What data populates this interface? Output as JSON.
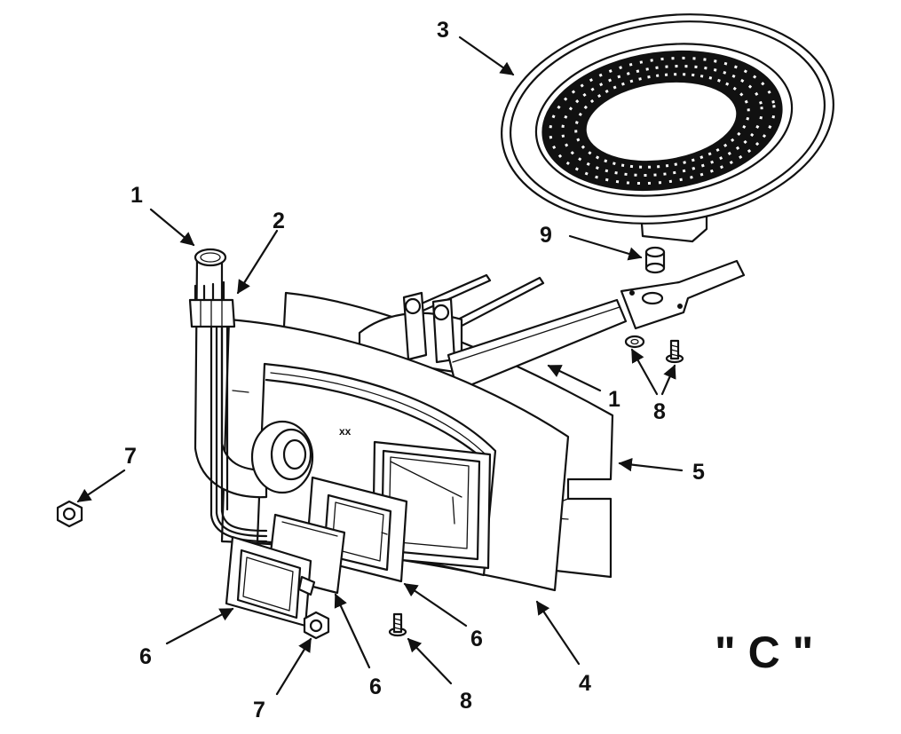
{
  "view_label": "\" C \"",
  "callouts": [
    {
      "id": "pipe-top",
      "label": "1"
    },
    {
      "id": "wire-clip",
      "label": "2"
    },
    {
      "id": "burner",
      "label": "3"
    },
    {
      "id": "bracket",
      "label": "4"
    },
    {
      "id": "cover-panel",
      "label": "5"
    },
    {
      "id": "gasket-left",
      "label": "6"
    },
    {
      "id": "gasket-middle",
      "label": "6"
    },
    {
      "id": "gasket-right",
      "label": "6"
    },
    {
      "id": "nut-left",
      "label": "7"
    },
    {
      "id": "nut-bottom",
      "label": "7"
    },
    {
      "id": "screw-right",
      "label": "8"
    },
    {
      "id": "screw-bottom",
      "label": "8"
    },
    {
      "id": "orifice",
      "label": "9"
    },
    {
      "id": "pipe-right",
      "label": "1"
    }
  ]
}
